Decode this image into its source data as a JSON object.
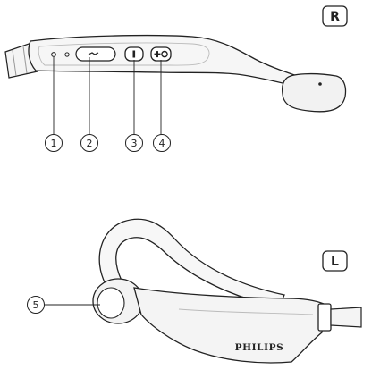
{
  "side_badges": {
    "right": "R",
    "left": "L"
  },
  "callouts": [
    "1",
    "2",
    "3",
    "4",
    "5"
  ],
  "brand": "PHILIPS",
  "icons": {
    "port": "usb-charge-icon",
    "button_3": "minus-bar-icon",
    "button_4": "plus-icon"
  }
}
